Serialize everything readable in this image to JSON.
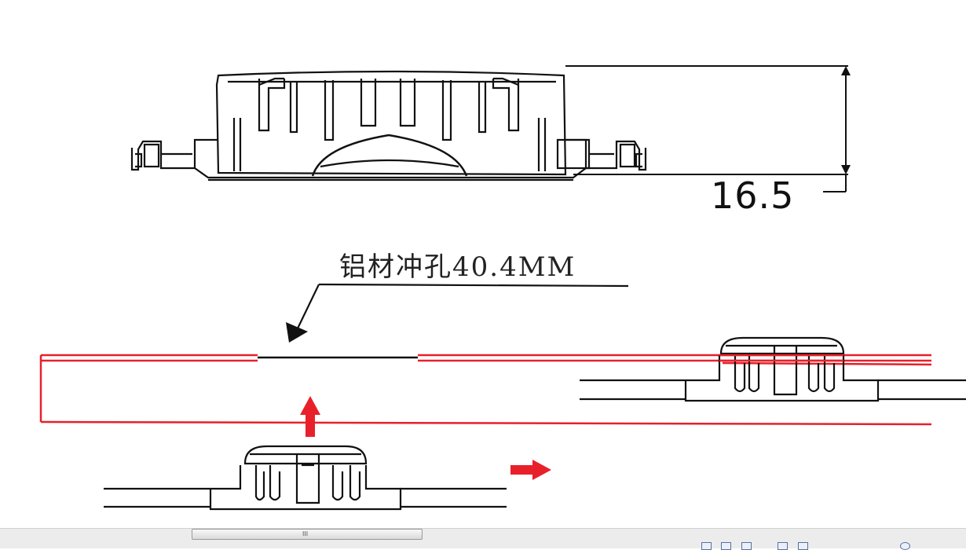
{
  "drawing": {
    "dimension_value": "16.5",
    "callout_text": "铝材冲孔40.4MM",
    "colors": {
      "line": "#111111",
      "red": "#e8202a"
    }
  },
  "statusbar": {
    "scroll_grip": "III",
    "icons": [
      "page-icon",
      "page-icon",
      "page-icon",
      "layout-icon",
      "page-icon",
      "zoom-icon"
    ]
  }
}
